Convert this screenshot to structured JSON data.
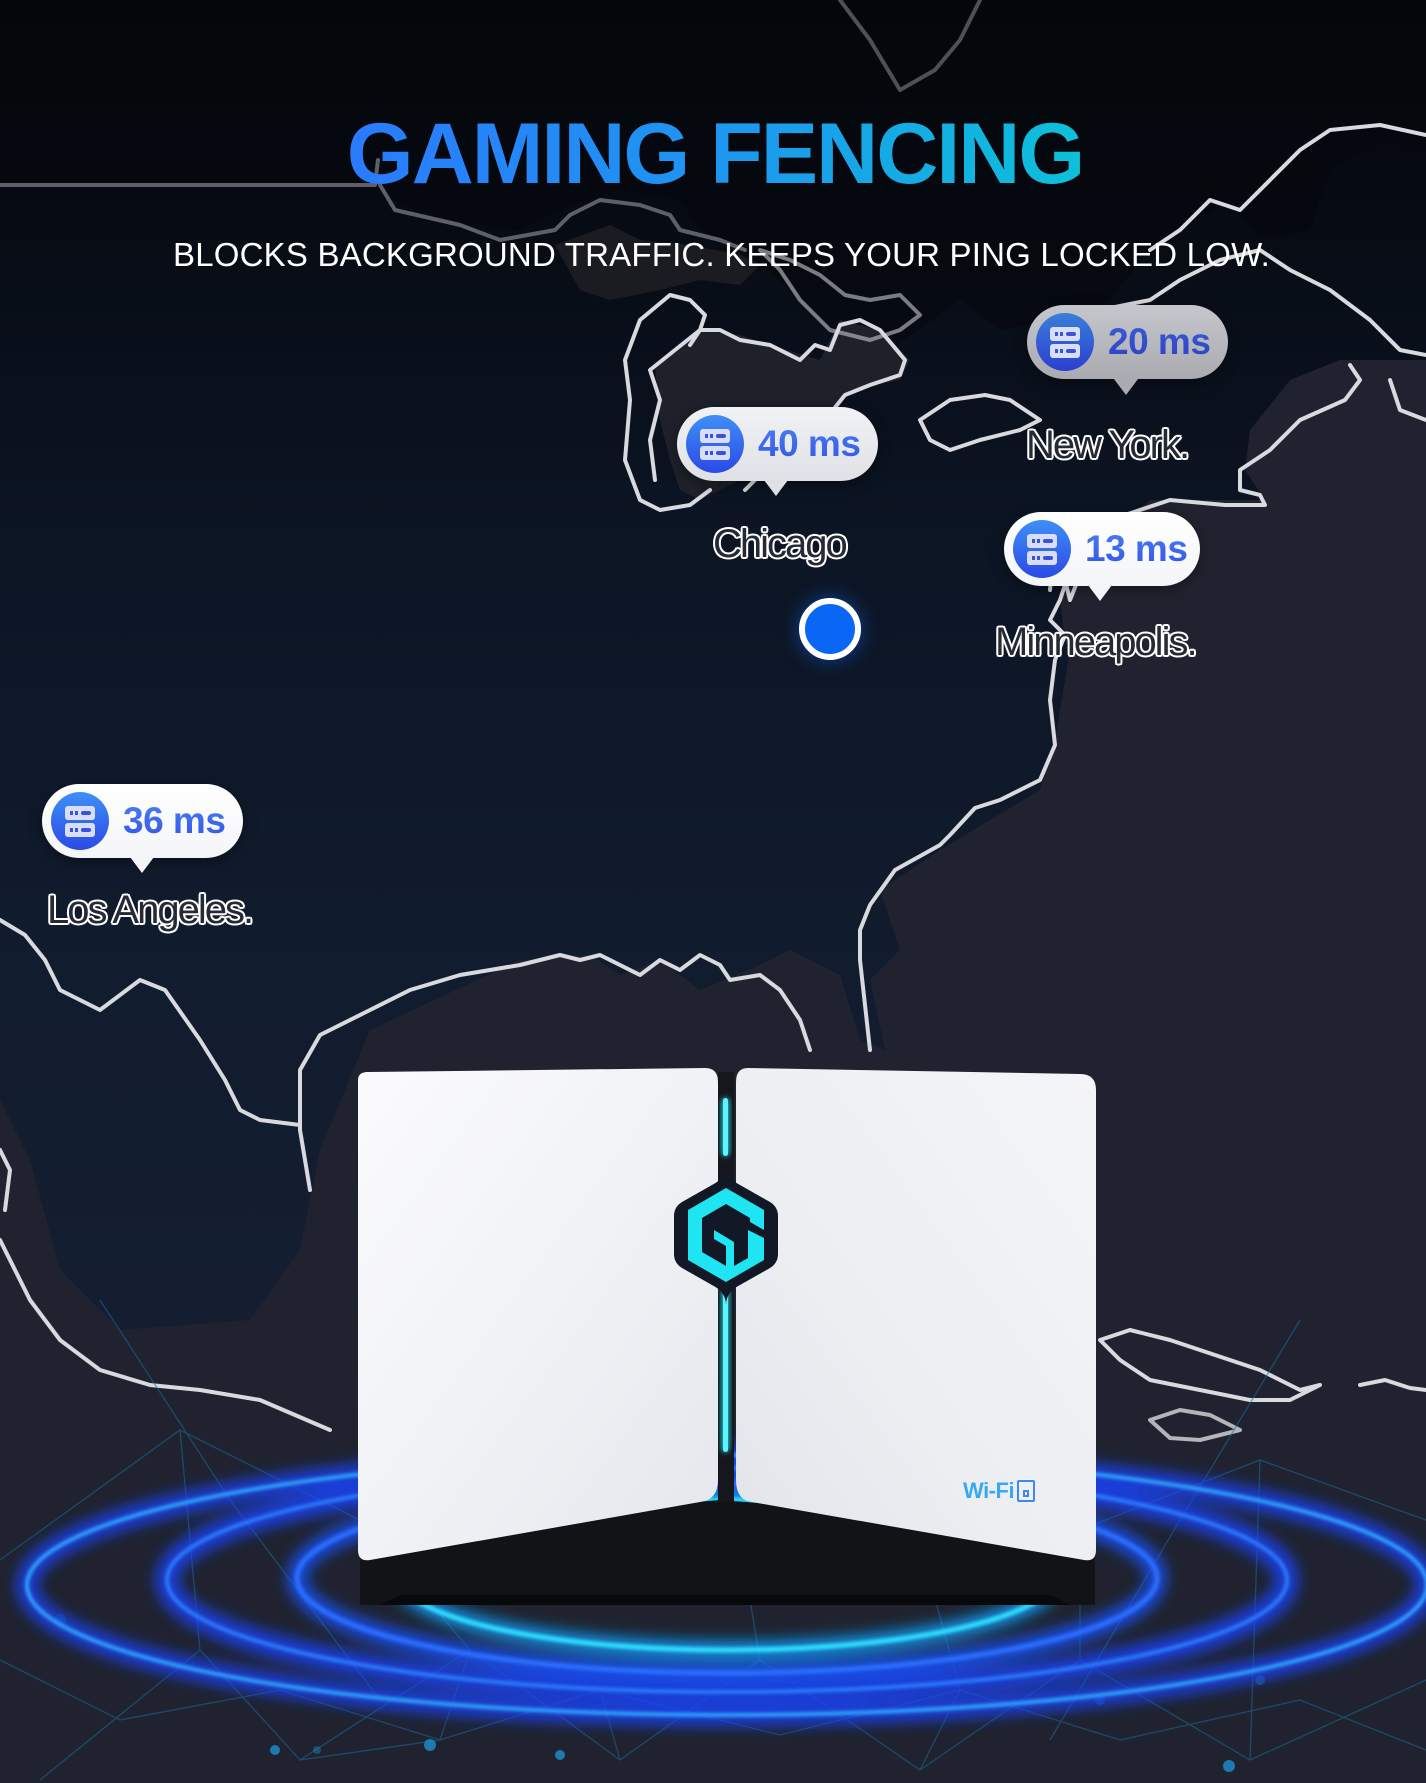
{
  "header": {
    "title": "GAMING FENCING",
    "subtitle": "BLOCKS BACKGROUND TRAFFIC. KEEPS YOUR PING LOCKED LOW.",
    "title_gradient": [
      "#2b79ff",
      "#0cc2d8"
    ]
  },
  "map": {
    "land_color": "#111e33",
    "ocean_color": "#20232f",
    "coastline_color": "#d9dadf",
    "user_location": {
      "icon": "location-dot-icon",
      "color": "#0a66f5"
    }
  },
  "servers": [
    {
      "city": "Chicago",
      "latency": "40 ms",
      "icon": "server-icon"
    },
    {
      "city": "New York.",
      "latency": "20 ms",
      "icon": "server-icon"
    },
    {
      "city": "Minneapolis.",
      "latency": "13 ms",
      "icon": "server-icon"
    },
    {
      "city": "Los Angeles.",
      "latency": "36 ms",
      "icon": "server-icon"
    }
  ],
  "product": {
    "name": "router",
    "badge": "Wi-Fi",
    "badge_number_icon": "wifi-6-icon",
    "accent_color": "#19e0f0"
  }
}
